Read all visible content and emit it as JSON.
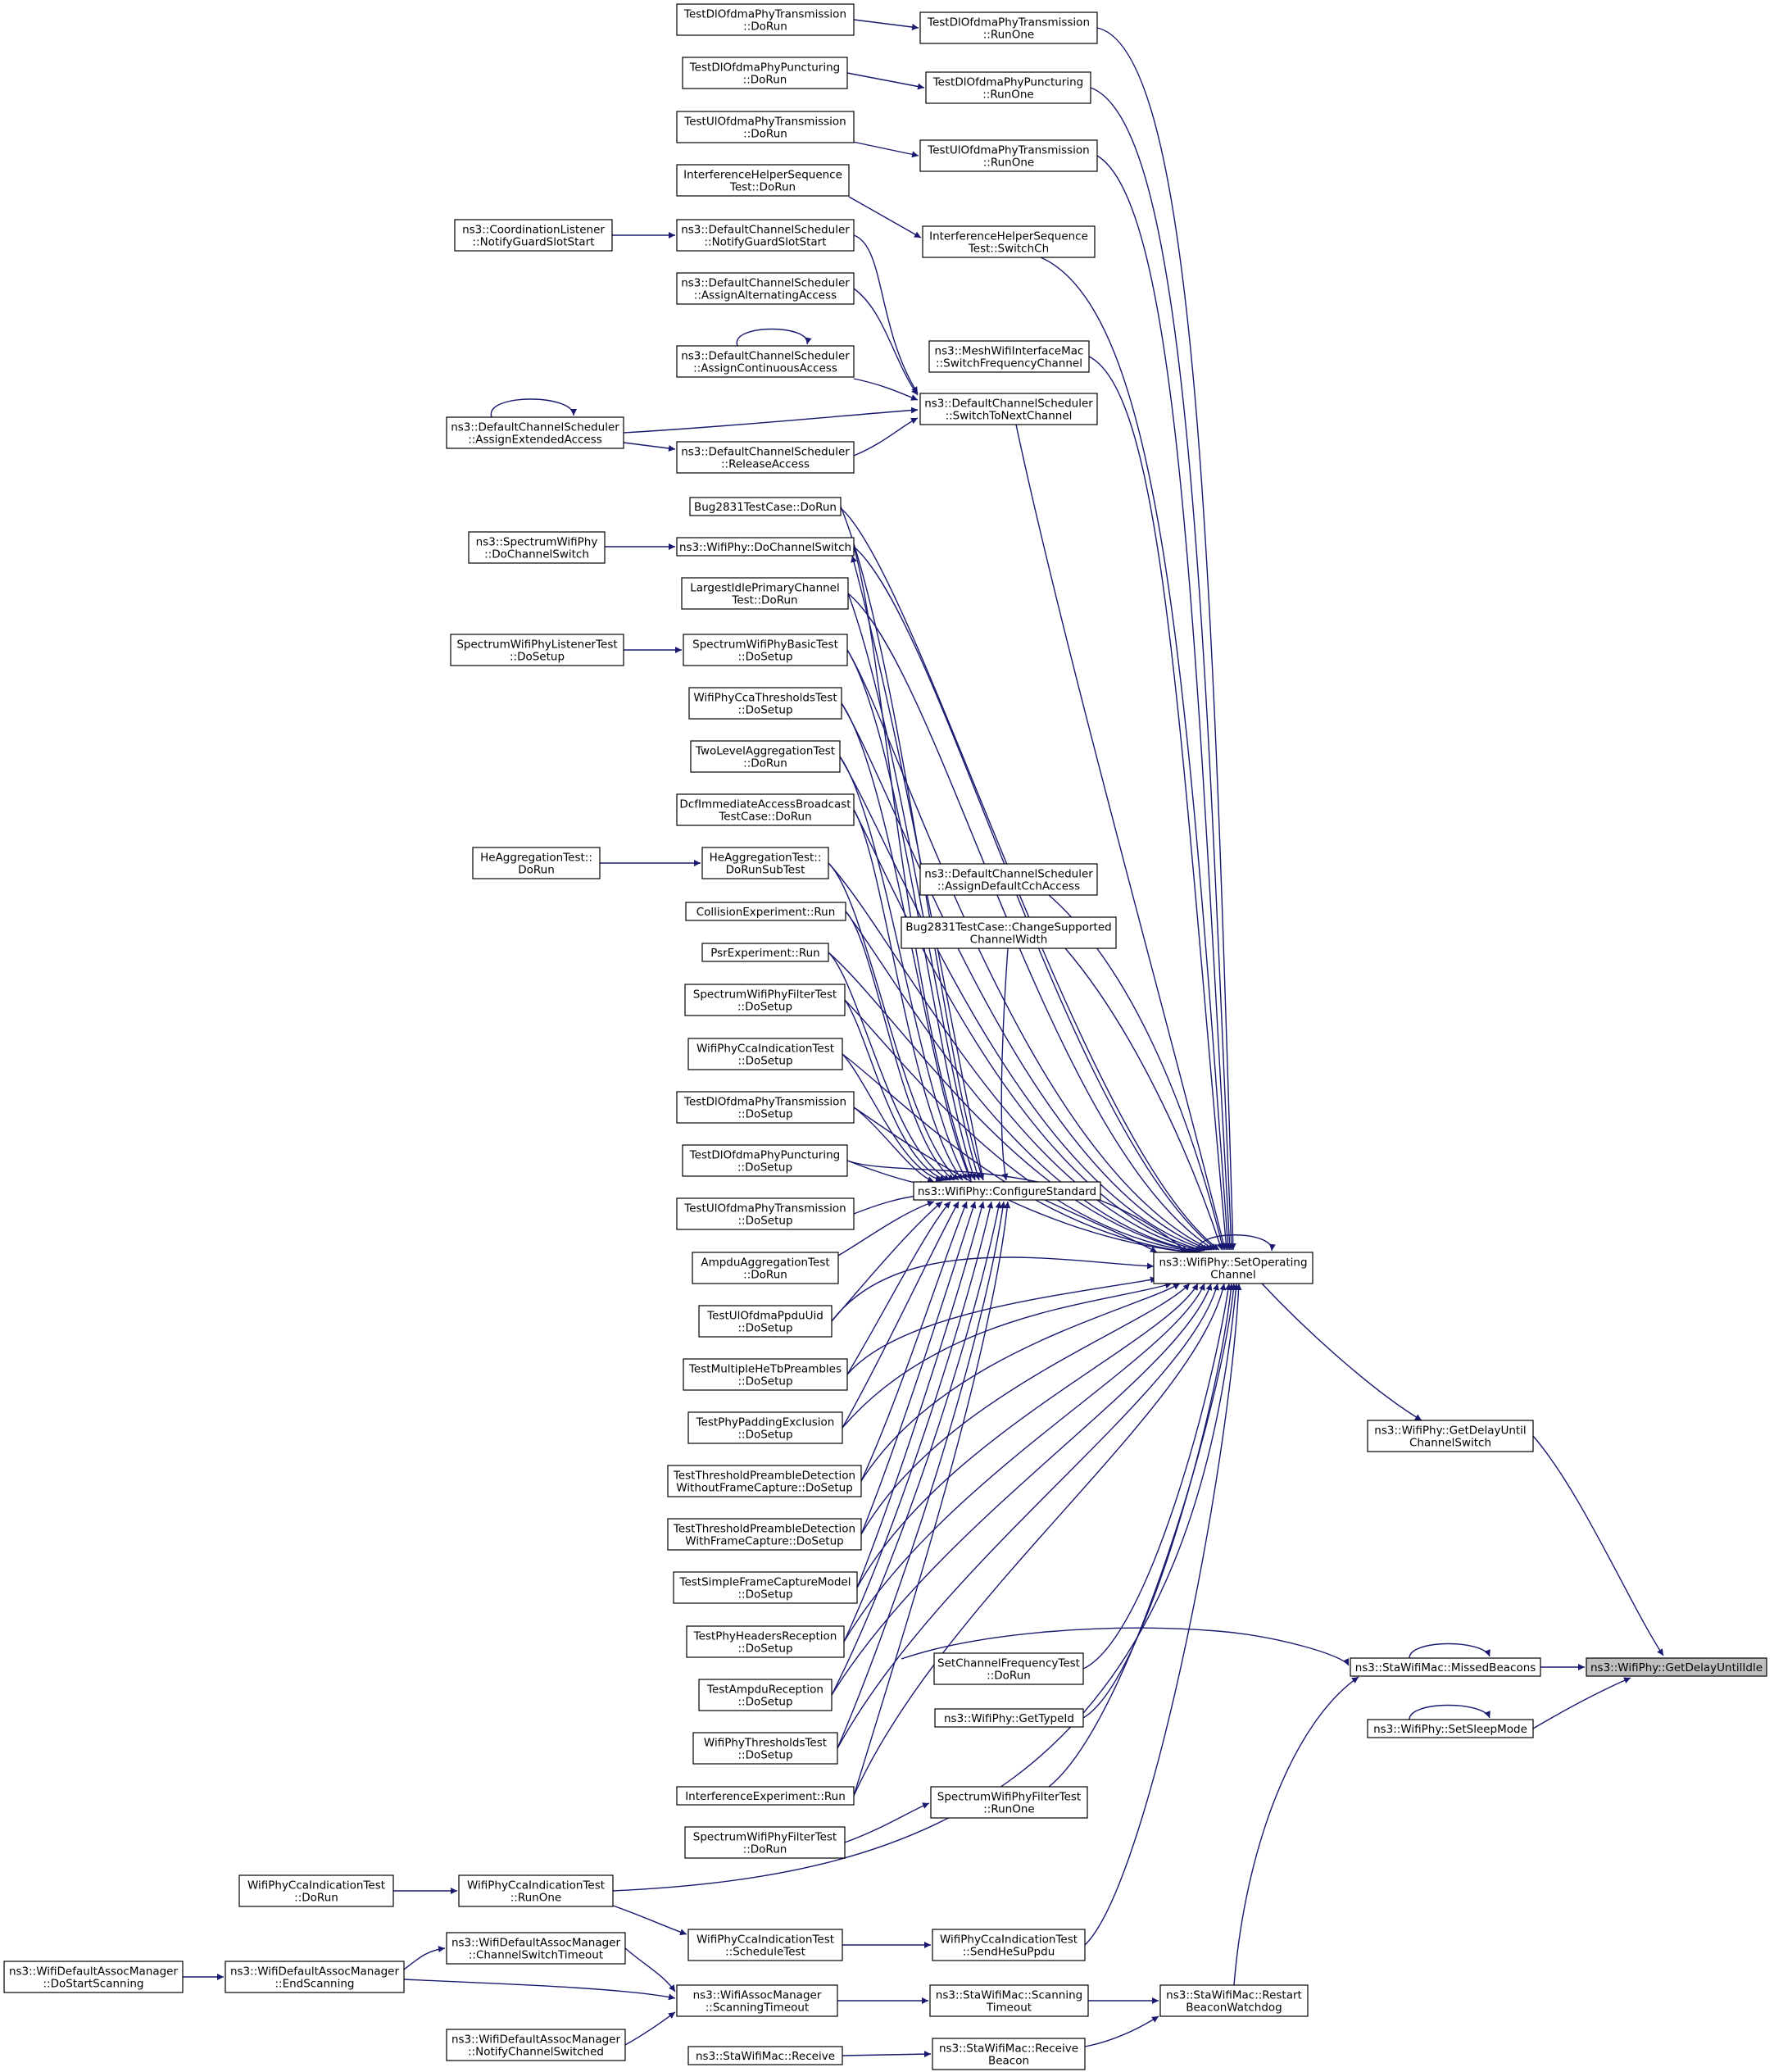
{
  "colors": {
    "edge": "#191970",
    "node_fill": "#ffffff",
    "focus_fill": "#bfbfbf",
    "border": "#000000"
  },
  "nodes": {
    "target": [
      "ns3::WifiPhy::GetDelayUntilIdle"
    ],
    "getdelaych": [
      "ns3::WifiPhy::GetDelayUntil",
      "ChannelSwitch"
    ],
    "missedbeacons": [
      "ns3::StaWifiMac::MissedBeacons"
    ],
    "setsleep": [
      "ns3::WifiPhy::SetSleepMode"
    ],
    "restartbw": [
      "ns3::StaWifiMac::Restart",
      "BeaconWatchdog"
    ],
    "setopch": [
      "ns3::WifiPhy::SetOperating",
      "Channel"
    ],
    "configstd": [
      "ns3::WifiPhy::ConfigureStandard"
    ],
    "dlofdmatx_r": [
      "TestDlOfdmaPhyTransmission",
      "::RunOne"
    ],
    "dlofdmatx_d": [
      "TestDlOfdmaPhyTransmission",
      "::DoRun"
    ],
    "dlpunct_r": [
      "TestDlOfdmaPhyPuncturing",
      "::RunOne"
    ],
    "dlpunct_d": [
      "TestDlOfdmaPhyPuncturing",
      "::DoRun"
    ],
    "ulofdmatx_r": [
      "TestUlOfdmaPhyTransmission",
      "::RunOne"
    ],
    "ulofdmatx_d": [
      "TestUlOfdmaPhyTransmission",
      "::DoRun"
    ],
    "ihseq_sw": [
      "InterferenceHelperSequence",
      "Test::SwitchCh"
    ],
    "ihseq_d": [
      "InterferenceHelperSequence",
      "Test::DoRun"
    ],
    "coordlist": [
      "ns3::CoordinationListener",
      "::NotifyGuardSlotStart"
    ],
    "dcs_guard": [
      "ns3::DefaultChannelScheduler",
      "::NotifyGuardSlotStart"
    ],
    "dcs_alt": [
      "ns3::DefaultChannelScheduler",
      "::AssignAlternatingAccess"
    ],
    "dcs_cont": [
      "ns3::DefaultChannelScheduler",
      "::AssignContinuousAccess"
    ],
    "dcs_ext": [
      "ns3::DefaultChannelScheduler",
      "::AssignExtendedAccess"
    ],
    "dcs_rel": [
      "ns3::DefaultChannelScheduler",
      "::ReleaseAccess"
    ],
    "dcs_switch": [
      "ns3::DefaultChannelScheduler",
      "::SwitchToNextChannel"
    ],
    "meshwifi": [
      "ns3::MeshWifiInterfaceMac",
      "::SwitchFrequencyChannel"
    ],
    "bug2831_d": [
      "Bug2831TestCase::DoRun"
    ],
    "spectrum_dcs": [
      "ns3::SpectrumWifiPhy",
      "::DoChannelSwitch"
    ],
    "wifiphy_dcs": [
      "ns3::WifiPhy::DoChannelSwitch"
    ],
    "largestidle": [
      "LargestIdlePrimaryChannel",
      "Test::DoRun"
    ],
    "swplistener": [
      "SpectrumWifiPhyListenerTest",
      "::DoSetup"
    ],
    "swpbasic": [
      "SpectrumWifiPhyBasicTest",
      "::DoSetup"
    ],
    "ccathresh": [
      "WifiPhyCcaThresholdsTest",
      "::DoSetup"
    ],
    "twolevel": [
      "TwoLevelAggregationTest",
      "::DoRun"
    ],
    "dcfimm": [
      "DcfImmediateAccessBroadcast",
      "TestCase::DoRun"
    ],
    "heagg_d": [
      "HeAggregationTest::",
      "DoRun"
    ],
    "heagg_s": [
      "HeAggregationTest::",
      "DoRunSubTest"
    ],
    "collision": [
      "CollisionExperiment::Run"
    ],
    "psr": [
      "PsrExperiment::Run"
    ],
    "swpfilter_s": [
      "SpectrumWifiPhyFilterTest",
      "::DoSetup"
    ],
    "ccaind_s": [
      "WifiPhyCcaIndicationTest",
      "::DoSetup"
    ],
    "dlofdmatx_s": [
      "TestDlOfdmaPhyTransmission",
      "::DoSetup"
    ],
    "dlpunct_s": [
      "TestDlOfdmaPhyPuncturing",
      "::DoSetup"
    ],
    "ulofdmatx_s": [
      "TestUlOfdmaPhyTransmission",
      "::DoSetup"
    ],
    "ampduagg": [
      "AmpduAggregationTest",
      "::DoRun"
    ],
    "ulppduuid": [
      "TestUlOfdmaPpduUid",
      "::DoSetup"
    ],
    "multihetb": [
      "TestMultipleHeTbPreambles",
      "::DoSetup"
    ],
    "phypad": [
      "TestPhyPaddingExclusion",
      "::DoSetup"
    ],
    "thresh_wo": [
      "TestThresholdPreambleDetection",
      "WithoutFrameCapture::DoSetup"
    ],
    "thresh_w": [
      "TestThresholdPreambleDetection",
      "WithFrameCapture::DoSetup"
    ],
    "simplefc": [
      "TestSimpleFrameCaptureModel",
      "::DoSetup"
    ],
    "phyhdr": [
      "TestPhyHeadersReception",
      "::DoSetup"
    ],
    "ampdurx": [
      "TestAmpduReception",
      "::DoSetup"
    ],
    "phythresh": [
      "WifiPhyThresholdsTest",
      "::DoSetup"
    ],
    "interfexp": [
      "InterferenceExperiment::Run"
    ],
    "swpfilter_d": [
      "SpectrumWifiPhyFilterTest",
      "::DoRun"
    ],
    "dcs_defcch": [
      "ns3::DefaultChannelScheduler",
      "::AssignDefaultCchAccess"
    ],
    "bug2831_c": [
      "Bug2831TestCase::ChangeSupported",
      "ChannelWidth"
    ],
    "setchfreq": [
      "SetChannelFrequencyTest",
      "::DoRun"
    ],
    "gettypeid": [
      "ns3::WifiPhy::GetTypeId"
    ],
    "swpfilter_r": [
      "SpectrumWifiPhyFilterTest",
      "::RunOne"
    ],
    "ccaind_d": [
      "WifiPhyCcaIndicationTest",
      "::DoRun"
    ],
    "ccaind_r": [
      "WifiPhyCcaIndicationTest",
      "::RunOne"
    ],
    "ccaind_st": [
      "WifiPhyCcaIndicationTest",
      "::ScheduleTest"
    ],
    "ccaind_he": [
      "WifiPhyCcaIndicationTest",
      "::SendHeSuPpdu"
    ],
    "wdam_start": [
      "ns3::WifiDefaultAssocManager",
      "::DoStartScanning"
    ],
    "wdam_end": [
      "ns3::WifiDefaultAssocManager",
      "::EndScanning"
    ],
    "wdam_chto": [
      "ns3::WifiDefaultAssocManager",
      "::ChannelSwitchTimeout"
    ],
    "wdam_notify": [
      "ns3::WifiDefaultAssocManager",
      "::NotifyChannelSwitched"
    ],
    "wam_scan": [
      "ns3::WifiAssocManager",
      "::ScanningTimeout"
    ],
    "sta_scan": [
      "ns3::StaWifiMac::Scanning",
      "Timeout"
    ],
    "sta_recvb": [
      "ns3::StaWifiMac::Receive",
      "Beacon"
    ],
    "sta_recv": [
      "ns3::StaWifiMac::Receive"
    ]
  }
}
